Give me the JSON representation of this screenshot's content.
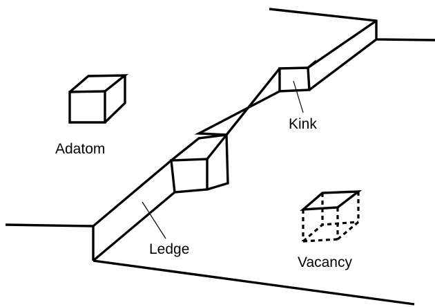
{
  "labels": {
    "adatom": "Adatom",
    "kink": "Kink",
    "ledge": "Ledge",
    "vacancy": "Vacancy"
  },
  "colors": {
    "stroke": "#000000",
    "background": "#ffffff"
  }
}
